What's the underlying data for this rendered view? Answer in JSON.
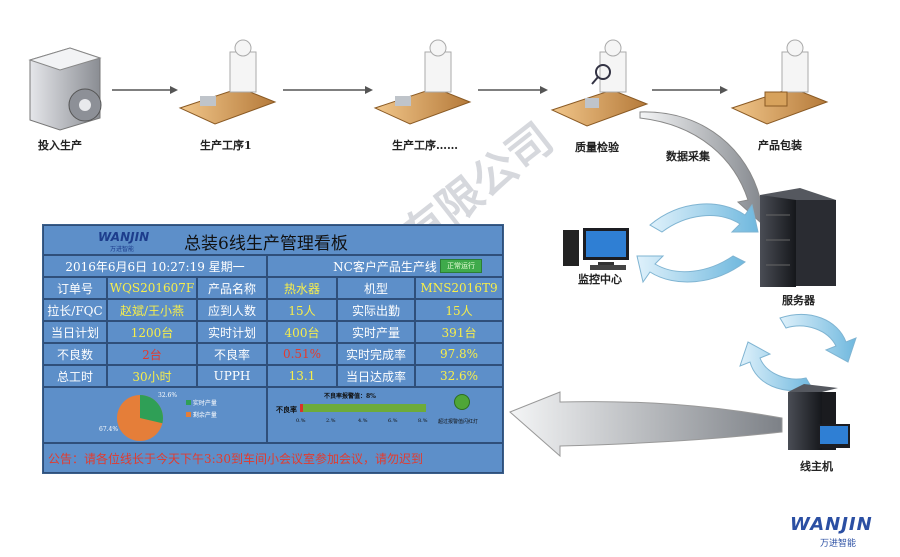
{
  "flow": {
    "steps": [
      "投入生产",
      "生产工序1",
      "生产工序……",
      "质量检验",
      "产品包装"
    ],
    "data_collect": "数据采集",
    "monitor": "监控中心",
    "server": "服务器",
    "line_host": "线主机"
  },
  "board": {
    "logo_text": "WANJIN",
    "logo_sub": "万进智能",
    "title": "总装6线生产管理看板",
    "datetime": "2016年6月6日  10:27:19  星期一",
    "customer": "NC客户产品生产线",
    "status": "正常运行",
    "rows": [
      [
        "订单号",
        "WQS201607F",
        "产品名称",
        "热水器",
        "机型",
        "MNS2016T9"
      ],
      [
        "拉长/FQC",
        "赵斌/王小燕",
        "应到人数",
        "15人",
        "实际出勤",
        "15人"
      ],
      [
        "当日计划",
        "1200台",
        "实时计划",
        "400台",
        "实时产量",
        "391台"
      ],
      [
        "不良数",
        "2台",
        "不良率",
        "0.51%",
        "实时完成率",
        "97.8%"
      ],
      [
        "总工时",
        "30小时",
        "UPPH",
        "13.1",
        "当日达成率",
        "32.6%"
      ]
    ],
    "pie": {
      "label_small": "32.6%",
      "label_large": "67.4%",
      "legend": [
        "实时产量",
        "剩余产量"
      ]
    },
    "defect": {
      "alarm": "不良率报警值：8%",
      "label": "不良率",
      "ticks": [
        "0.%",
        "2.%",
        "4.%",
        "6.%",
        "8.%"
      ],
      "lamp": "超过报警值闪红灯"
    },
    "notice": "公告：请各位线长于今天下午3:30到车间小会议室参加会议，请勿迟到"
  },
  "brand": {
    "name": "WANJIN",
    "sub": "万进智能"
  },
  "watermark": "珠海万进智能科技有限公司"
}
